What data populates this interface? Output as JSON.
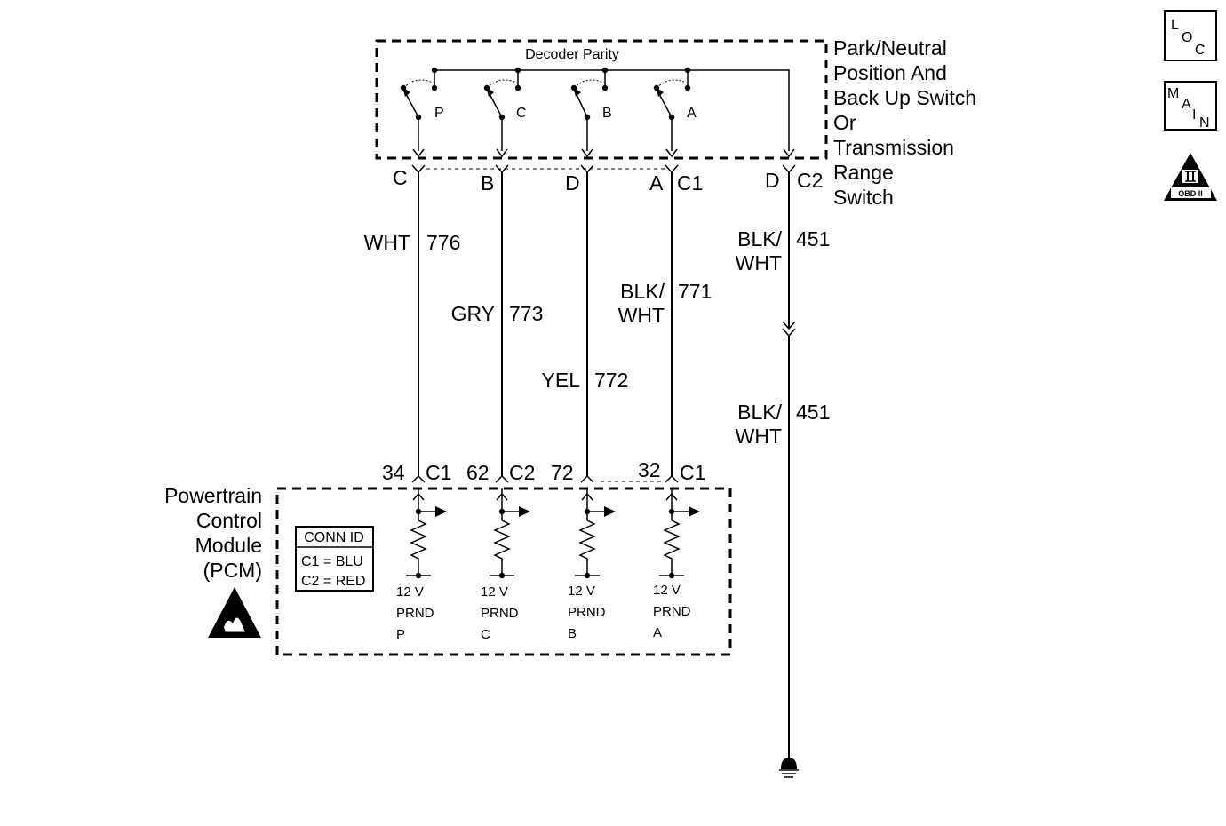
{
  "switch_assembly": {
    "label": "Decoder Parity",
    "name_lines": [
      "Park/Neutral",
      "Position And",
      "Back Up Switch",
      "Or",
      "Transmission",
      "Range",
      "Switch"
    ],
    "switches": [
      "P",
      "C",
      "B",
      "A"
    ]
  },
  "switch_connector": {
    "pins": [
      "C",
      "B",
      "D",
      "A",
      "D"
    ],
    "ids": [
      "C1",
      "C2"
    ]
  },
  "wires": [
    {
      "color": "WHT",
      "circuit": "776"
    },
    {
      "color": "GRY",
      "circuit": "773"
    },
    {
      "color": "YEL",
      "circuit": "772"
    },
    {
      "color": "BLK/ WHT",
      "color_lines": [
        "BLK/",
        "WHT"
      ],
      "circuit": "771"
    }
  ],
  "ground_wire": {
    "color_lines": [
      "BLK/",
      "WHT"
    ],
    "circuit": "451"
  },
  "pcm": {
    "name_lines": [
      "Powertrain",
      "Control",
      "Module",
      "(PCM)"
    ],
    "pins": [
      "34",
      "62",
      "72",
      "32"
    ],
    "pin_connectors": [
      "C1",
      "C2",
      "C1"
    ],
    "conn_id": {
      "title": "CONN ID",
      "rows": [
        "C1 = BLU",
        "C2 = RED"
      ]
    },
    "inputs": [
      {
        "voltage": "12 V",
        "name": "PRND",
        "letter": "P"
      },
      {
        "voltage": "12 V",
        "name": "PRND",
        "letter": "C"
      },
      {
        "voltage": "12 V",
        "name": "PRND",
        "letter": "B"
      },
      {
        "voltage": "12 V",
        "name": "PRND",
        "letter": "A"
      }
    ]
  },
  "side_icons": {
    "loc": [
      "L",
      "O",
      "C"
    ],
    "main": [
      "M",
      "A",
      "I",
      "N"
    ],
    "obd": {
      "numeral": "II",
      "label": "OBD II"
    }
  }
}
